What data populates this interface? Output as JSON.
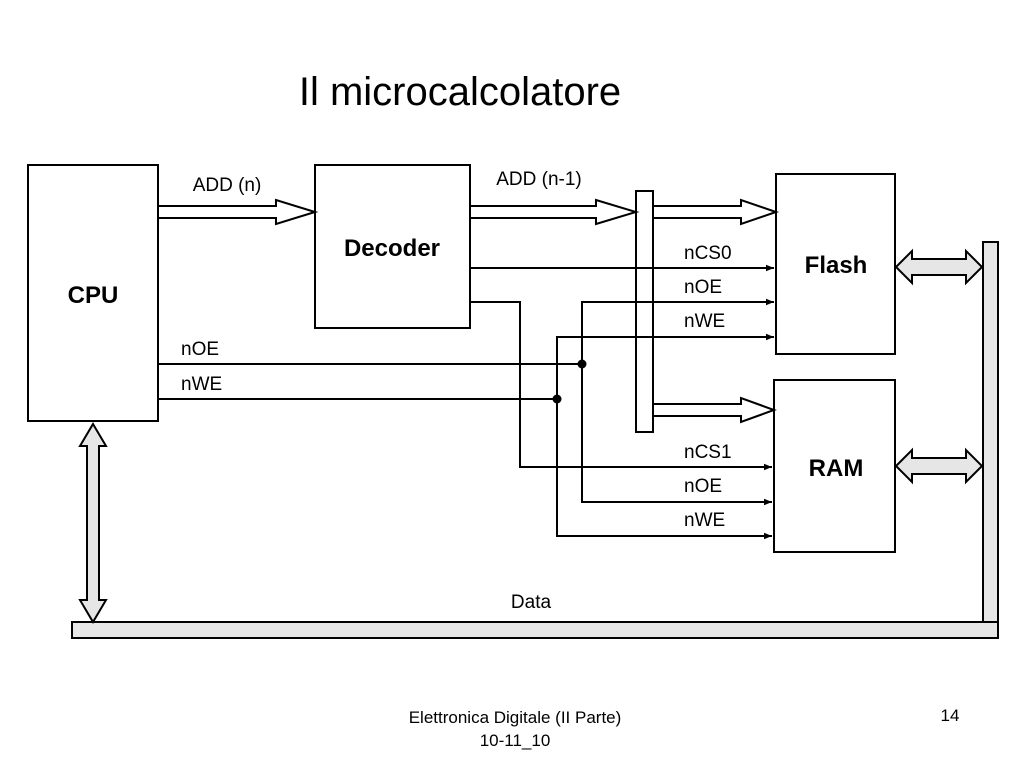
{
  "title": "Il  microcalcolatore",
  "blocks": {
    "cpu": "CPU",
    "decoder": "Decoder",
    "flash": "Flash",
    "ram": "RAM"
  },
  "signals": {
    "add_n": "ADD (n)",
    "add_n1": "ADD (n-1)",
    "cpu_noe": "nOE",
    "cpu_nwe": "nWE",
    "flash_ncs": "nCS0",
    "flash_noe": "nOE",
    "flash_nwe": "nWE",
    "ram_ncs": "nCS1",
    "ram_noe": "nOE",
    "ram_nwe": "nWE",
    "data": "Data"
  },
  "footer": {
    "course_line1": "Elettronica Digitale (II Parte)",
    "course_line2": "10-11_10",
    "page": "14"
  },
  "colors": {
    "bus_fill": "#e6e6e6",
    "line": "#000000"
  }
}
